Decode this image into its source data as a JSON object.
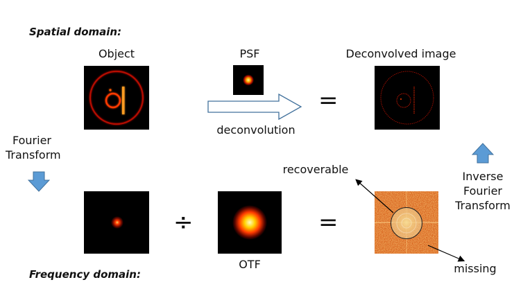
{
  "headings": {
    "spatial": "Spatial domain:",
    "frequency": "Frequency domain:"
  },
  "labels": {
    "object": "Object",
    "psf": "PSF",
    "deconvolved": "Deconvolved image",
    "deconvolution": "deconvolution",
    "fourier_line1": "Fourier",
    "fourier_line2": "Transform",
    "inverse_line1": "Inverse",
    "inverse_line2": "Fourier",
    "inverse_line3": "Transform",
    "otf": "OTF",
    "recoverable": "recoverable",
    "missing": "missing"
  },
  "operators": {
    "equals_top": "=",
    "divide": "÷",
    "equals_bottom": "="
  },
  "colors": {
    "arrow_blue": "#5b9bd5",
    "hollow_arrow_stroke": "#41719c",
    "glow": "#ff3a00",
    "noise_orange": "#d9621a"
  }
}
